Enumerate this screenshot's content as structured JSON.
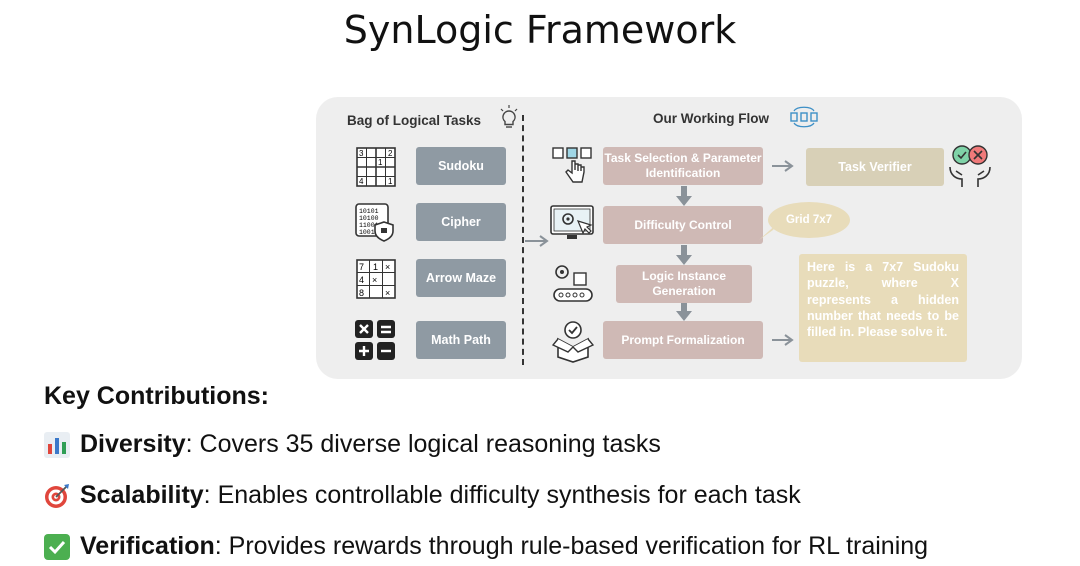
{
  "title": "SynLogic Framework",
  "diagram": {
    "bag_title": "Bag of Logical Tasks",
    "tasks": [
      {
        "label": "Sudoku",
        "icon": "sudoku-grid-icon"
      },
      {
        "label": "Cipher",
        "icon": "binary-shield-icon"
      },
      {
        "label": "Arrow Maze",
        "icon": "maze-grid-icon"
      },
      {
        "label": "Math Path",
        "icon": "math-operators-icon"
      }
    ],
    "flow_title": "Our Working Flow",
    "flow_steps": [
      {
        "label": "Task Selection & Parameter Identification",
        "icon": "tap-selection-icon"
      },
      {
        "label": "Difficulty Control",
        "icon": "gear-monitor-icon"
      },
      {
        "label": "Logic Instance Generation",
        "icon": "conveyor-icon"
      },
      {
        "label": "Prompt Formalization",
        "icon": "package-check-icon"
      }
    ],
    "verifier_label": "Task Verifier",
    "bubble_text": "Grid 7x7",
    "prompt_text": "Here is a 7x7 Sudoku puzzle, where X represents a hidden number that needs to be filled in. Please solve it.",
    "colors": {
      "task": "#8f9aa3",
      "flow": "#cfb9b5",
      "verifier": "#d8d0b7",
      "prompt": "#e8dcba",
      "panel": "#eeeeee"
    }
  },
  "contributions": {
    "heading": "Key Contributions:",
    "items": [
      {
        "emoji": "bar-chart-icon",
        "name": "Diversity",
        "text": ": Covers 35 diverse logical reasoning tasks"
      },
      {
        "emoji": "target-icon",
        "name": "Scalability",
        "text": ": Enables controllable difficulty synthesis for each task"
      },
      {
        "emoji": "check-box-icon",
        "name": "Verification",
        "text": ": Provides rewards through rule-based verification for RL training"
      }
    ]
  }
}
